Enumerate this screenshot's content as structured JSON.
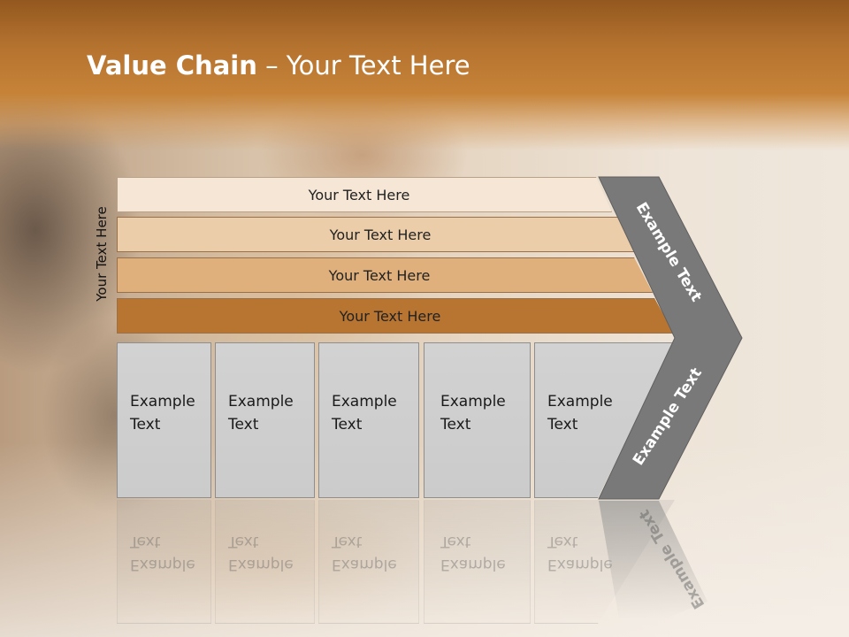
{
  "slide": {
    "title_bold": "Value Chain",
    "title_rest": " – Your Text Here",
    "vertical_label": "Your Text Here"
  },
  "bars": [
    {
      "label": "Your Text Here"
    },
    {
      "label": "Your Text Here"
    },
    {
      "label": "Your Text Here"
    },
    {
      "label": "Your Text Here"
    }
  ],
  "columns": [
    {
      "line1": "Example",
      "line2": "Text"
    },
    {
      "line1": "Example",
      "line2": "Text"
    },
    {
      "line1": "Example",
      "line2": "Text"
    },
    {
      "line1": "Example",
      "line2": "Text"
    },
    {
      "line1": "Example",
      "line2": "Text"
    }
  ],
  "chevron": {
    "top_label": "Example Text",
    "bottom_label": "Example Text"
  },
  "colors": {
    "header": "#b4722f",
    "bar_1": "#f5e6d6",
    "bar_2": "#eccda9",
    "bar_3": "#e0b07c",
    "bar_4": "#b87532",
    "chevron": "#797979",
    "column": "#cfcfcf"
  }
}
